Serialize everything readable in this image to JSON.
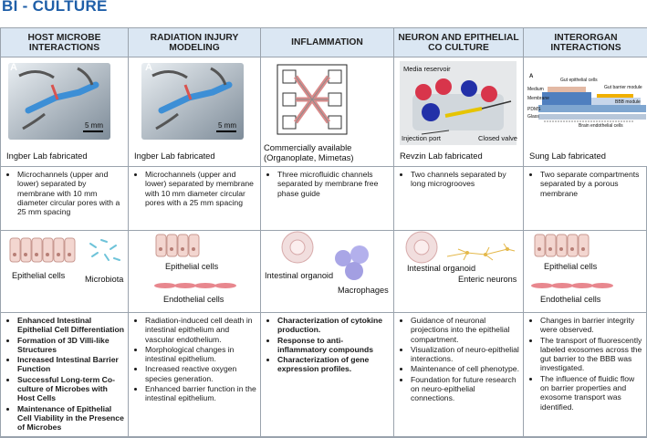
{
  "page": {
    "title": "BI - CULTURE"
  },
  "columns": [
    {
      "header": "HOST MICROBE INTERACTIONS",
      "image_caption": "Ingber Lab fabricated",
      "image_tag": "A",
      "scale": "5 mm",
      "design": [
        "Microchannels (upper and lower)  separated by membrane with 10 mm diameter circular pores with a 25 mm spacing"
      ],
      "cell_labels": [
        "Epithelial cells",
        "Microbiota"
      ],
      "outcomes": [
        "Enhanced Intestinal Epithelial Cell Differentiation",
        "Formation of 3D Villi-like Structures",
        "Increased Intestinal Barrier Function",
        "Successful Long-term Co-culture of Microbes with Host Cells",
        "Maintenance of Epithelial Cell Viability in the Presence of Microbes"
      ]
    },
    {
      "header": "RADIATION INJURY MODELING",
      "image_caption": "Ingber Lab fabricated",
      "image_tag": "A",
      "scale": "5 mm",
      "design": [
        "Microchannels (upper and lower)  separated by membrane with 10 mm diameter circular pores with a 25 mm spacing"
      ],
      "cell_labels": [
        "Epithelial cells",
        "Endothelial cells"
      ],
      "outcomes": [
        "Radiation-induced cell death in intestinal epithelium and vascular endothelium.",
        "Morphological changes in intestinal epithelium.",
        "Increased reactive oxygen species  generation.",
        "Enhanced barrier function in the intestinal epithelium."
      ]
    },
    {
      "header": "INFLAMMATION",
      "image_caption": "Commercially available (Organoplate, Mimetas)",
      "design": [
        "Three microfluidic channels separated by membrane free phase guide"
      ],
      "cell_labels": [
        "Intestinal organoid",
        "Macrophages"
      ],
      "outcomes": [
        "Characterization of cytokine production.",
        "Response to anti-inflammatory compounds",
        "Characterization of gene expression profiles."
      ]
    },
    {
      "header": "NEURON AND EPITHELIAL CO CULTURE",
      "image_caption": "Revzin Lab fabricated",
      "photo_labels": [
        "Media reservoir",
        "Injection port",
        "Closed valve"
      ],
      "design": [
        "Two channels separated by long microgrooves"
      ],
      "cell_labels": [
        "Intestinal organoid",
        "Enteric neurons"
      ],
      "outcomes": [
        "Guidance of neuronal projections into the epithelial compartment.",
        "Visualization of neuro-epithelial interactions.",
        "Maintenance of cell phenotype.",
        "Foundation for future research on neuro-epithelial connections."
      ]
    },
    {
      "header": "INTERORGAN INTERACTIONS",
      "image_caption": "Sung Lab fabricated",
      "diagram_labels": [
        "A",
        "Gut epithelial cells",
        "Gut barrier module",
        "Medium",
        "Membrane",
        "BBB module",
        "PDMS",
        "Glass",
        "Brain endothelial cells"
      ],
      "design": [
        "Two separate compartments separated by a porous membrane"
      ],
      "cell_labels": [
        "Epithelial cells",
        "Endothelial cells"
      ],
      "outcomes": [
        "Changes in barrier integrity were observed.",
        "The transport of fluorescently labeled exosomes across the gut barrier to the BBB was investigated.",
        "The influence of fluidic flow on barrier properties and exosome transport was identified."
      ]
    }
  ],
  "colors": {
    "title": "#1f5fa8",
    "header_bg": "#dbe7f3",
    "grid_line": "#9aa3ad"
  }
}
